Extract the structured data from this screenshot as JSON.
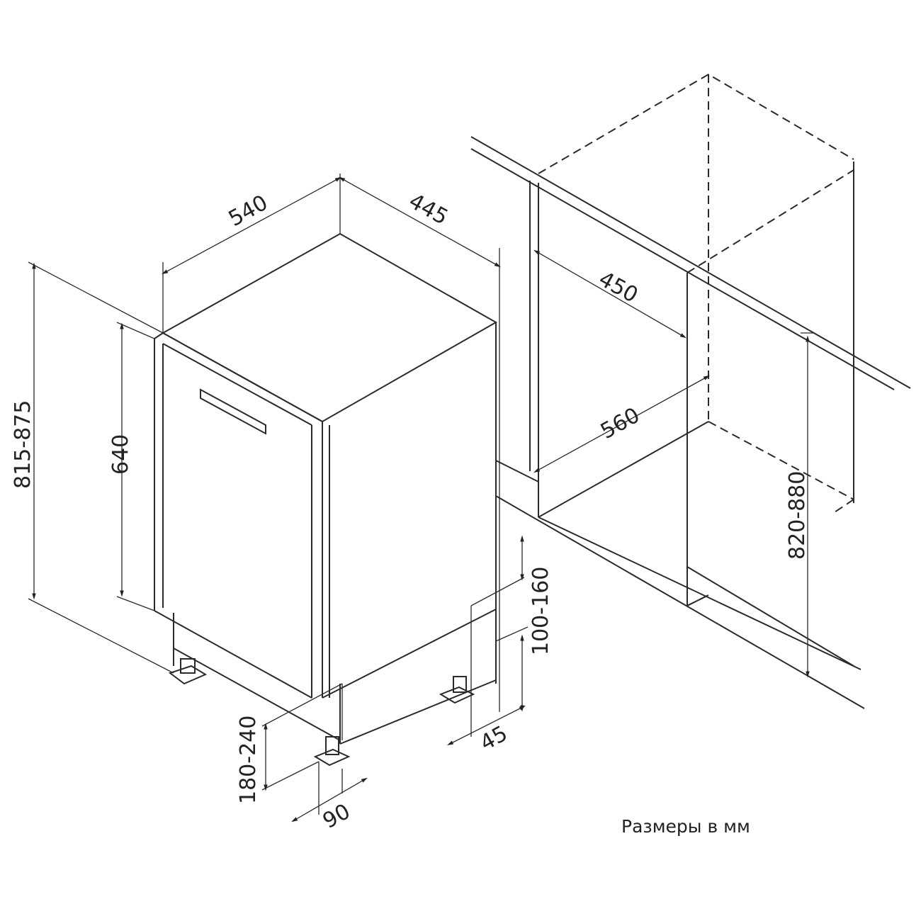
{
  "dimensions": {
    "width": "540",
    "depth": "445",
    "niche_depth": "450",
    "niche_width": "560",
    "height": "815-875",
    "door_height": "640",
    "niche_height": "820-880",
    "plinth_height": "100-160",
    "plinth_offset": "45",
    "door_bottom": "180-240",
    "foot_offset": "90"
  },
  "note": "Размеры в мм"
}
